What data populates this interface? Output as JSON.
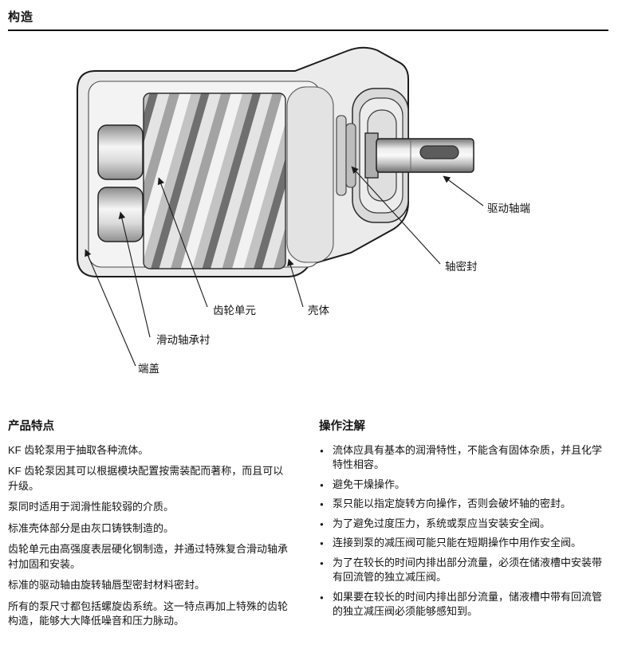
{
  "header": {
    "title": "构造"
  },
  "diagram": {
    "callouts": [
      {
        "label": "驱动轴端"
      },
      {
        "label": "轴密封"
      },
      {
        "label": "壳体"
      },
      {
        "label": "齿轮单元"
      },
      {
        "label": "滑动轴承衬"
      },
      {
        "label": "端盖"
      }
    ]
  },
  "features": {
    "title": "产品特点",
    "paragraphs": [
      "KF 齿轮泵用于抽取各种流体。",
      "KF 齿轮泵因其可以根据模块配置按需装配而著称，而且可以升级。",
      "泵同时适用于润滑性能较弱的介质。",
      "标准壳体部分是由灰口铸铁制造的。",
      "齿轮单元由高强度表层硬化钢制造，并通过特殊复合滑动轴承衬加固和安装。",
      "标准的驱动轴由旋转轴唇型密封材料密封。",
      "所有的泵尺寸都包括螺旋齿系统。这一特点再加上特殊的齿轮构造，能够大大降低噪音和压力脉动。"
    ]
  },
  "notes": {
    "title": "操作注解",
    "bullets": [
      "流体应具有基本的润滑特性，不能含有固体杂质，并且化学特性相容。",
      "避免干燥操作。",
      "泵只能以指定旋转方向操作，否则会破坏轴的密封。",
      "为了避免过度压力，系统或泵应当安装安全阀。",
      "连接到泵的减压阀可能只能在短期操作中用作安全阀。",
      "为了在较长的时间内排出部分流量，必须在储液槽中安装带有回流管的独立减压阀。",
      "如果要在较长的时间内排出部分流量，储液槽中带有回流管的独立减压阀必须能够感知到。"
    ]
  }
}
